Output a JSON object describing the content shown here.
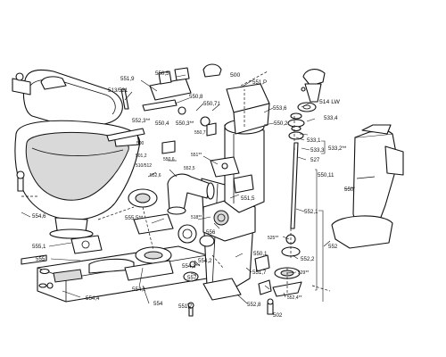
{
  "callouts": {
    "c500": "500",
    "c500_small": "500",
    "c501": "501,2",
    "c502": "502",
    "c510": "510/512",
    "c513": "513/521",
    "c514": "514 LW",
    "c518": "518**",
    "c525": "525**",
    "c527": "527",
    "c529": "529**",
    "c533_1": "533,1",
    "c533_2": "533,2**",
    "c533_3": "533,3",
    "c533_4": "533,4",
    "c550": "550",
    "c550_1": "550,1",
    "c550_2": "550,2",
    "c550_3": "550,3**",
    "c550_4": "550,4",
    "c550_5": "550,5",
    "c550_6": "550,6",
    "c550_7": "550,7",
    "c550_8": "550,8",
    "c550_11": "550,11",
    "c550_71": "550,71",
    "c551": "551**",
    "c551_5": "551,5",
    "c551_7a": "551,7",
    "c551_7b": "551,7",
    "c551_9": "551,9",
    "c551_p": "551,P",
    "c552": "552",
    "c552_1": "552,1",
    "c552_2": "552,2",
    "c552_3": "552,3**",
    "c552_4": "552,4**",
    "c552_5": "552,5",
    "c552_6": "552,6",
    "c552_8": "552,8",
    "c553_6": "553,6",
    "c554": "554",
    "c554_1": "554,1",
    "c554_2": "554,2",
    "c554_3": "554,3**",
    "c554_4": "554,4",
    "c554_6": "554,6",
    "c555": "555",
    "c555_1": "555,1",
    "c555_5": "555,5**",
    "c556": "556",
    "c557": "557"
  }
}
